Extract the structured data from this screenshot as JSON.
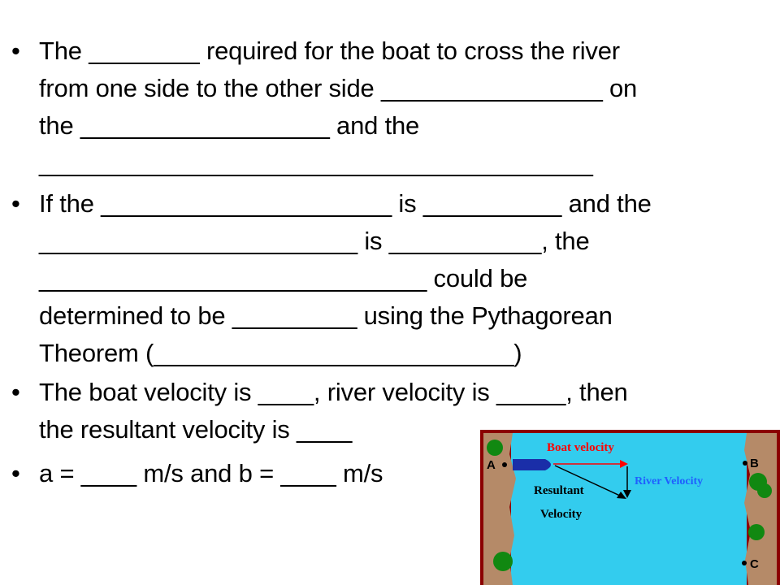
{
  "bullet_char": "•",
  "bullets": [
    {
      "lines": [
        "The ________ required for the boat to cross the river",
        "from one side to the other side ________________ on",
        "the __________________ and the",
        "________________________________________"
      ]
    },
    {
      "lines": [
        "If the _____________________ is __________ and the",
        "_______________________ is ___________, the",
        "____________________________ could be",
        "determined to be _________ using the Pythagorean",
        "Theorem (__________________________)"
      ]
    },
    {
      "lines": [
        "The boat velocity is ____, river velocity is _____, then",
        "the resultant velocity is ____"
      ]
    },
    {
      "lines": [
        "a = ____ m/s and b = ____ m/s"
      ]
    }
  ],
  "diagram": {
    "labels": {
      "boat_velocity": "Boat velocity",
      "river_velocity": "River Velocity",
      "resultant_line1": "Resultant",
      "resultant_line2": "Velocity",
      "point_a": "A",
      "point_b": "B",
      "point_c": "C"
    },
    "colors": {
      "water": "#33ccee",
      "bank": "#b58a68",
      "frame": "#8b0000",
      "boat": "#1a2ea8",
      "boat_velocity_arrow": "#ff0000",
      "boat_velocity_text": "#ff0000",
      "river_velocity_text": "#1f5fff",
      "resultant_text": "#000000",
      "trees": "#118811"
    }
  }
}
